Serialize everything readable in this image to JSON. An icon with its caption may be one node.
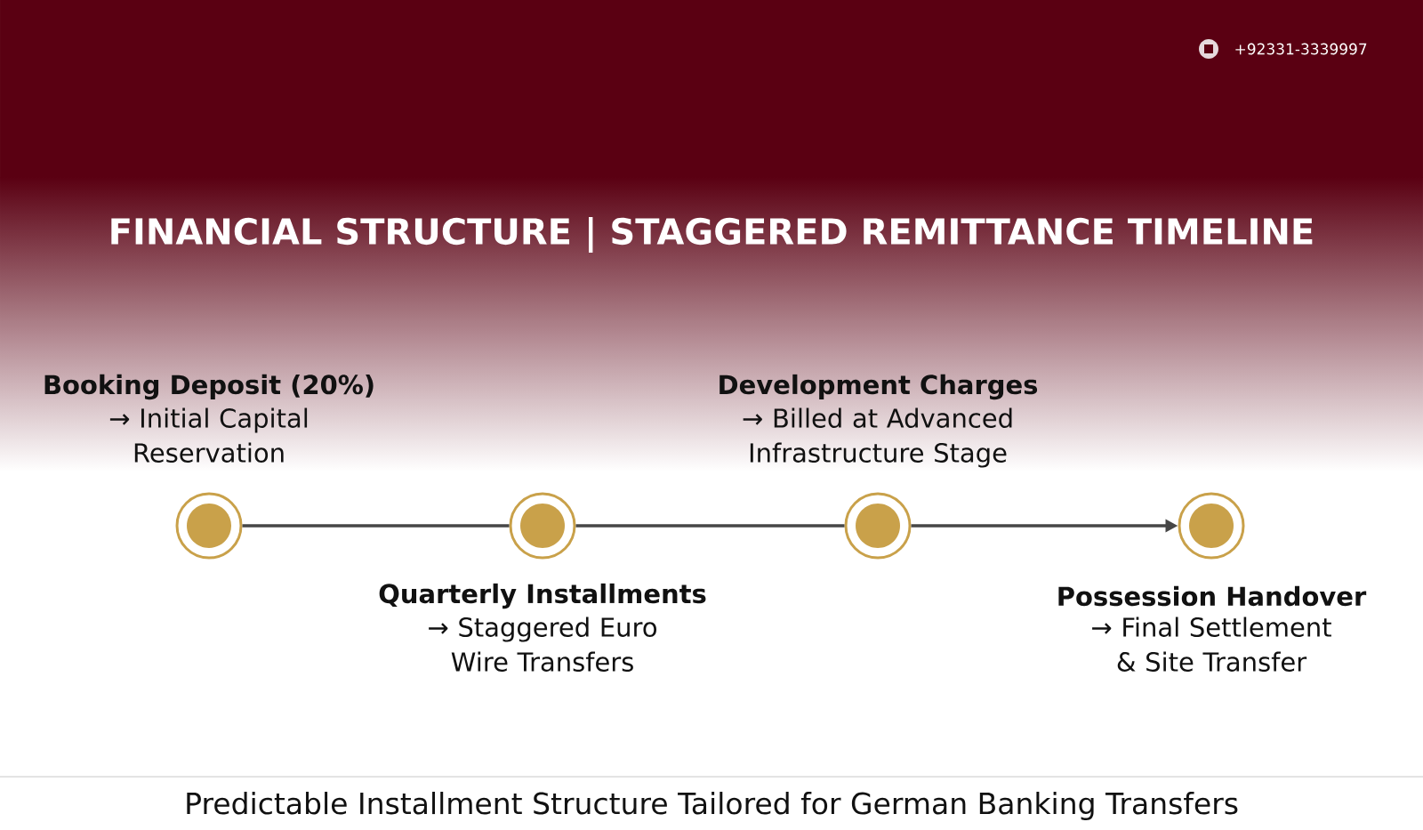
{
  "diagram": {
    "title": "FINANCIAL STRUCTURE | STAGGERED REMITTANCE TIMELINE",
    "caption": "Predictable Installment Structure Tailored for German Banking Transfers",
    "nodes": [
      {
        "text": [],
        "shape": "circle",
        "beside": [
          "Booking Deposit (20%)",
          "→ Initial Capital Reservation"
        ]
      },
      {
        "text": [],
        "shape": "circle",
        "beside": [
          "Quarterly Installments",
          "→ Staggered Euro Wire Transfers"
        ]
      },
      {
        "text": [],
        "shape": "circle",
        "beside": [
          "Development Charges",
          "→ Billed at Advanced Infrastructure Stage"
        ]
      },
      {
        "text": [],
        "shape": "circle",
        "beside": [
          "Possession Handover",
          "→ Final Settlement & Site Transfer"
        ]
      }
    ],
    "edges": [
      {
        "from": 0,
        "to": 1,
        "arrow": "none"
      },
      {
        "from": 1,
        "to": 2,
        "arrow": "none"
      },
      {
        "from": 2,
        "to": 3,
        "arrow": "to"
      }
    ],
    "labels": [
      "+92331-3339997"
    ]
  }
}
